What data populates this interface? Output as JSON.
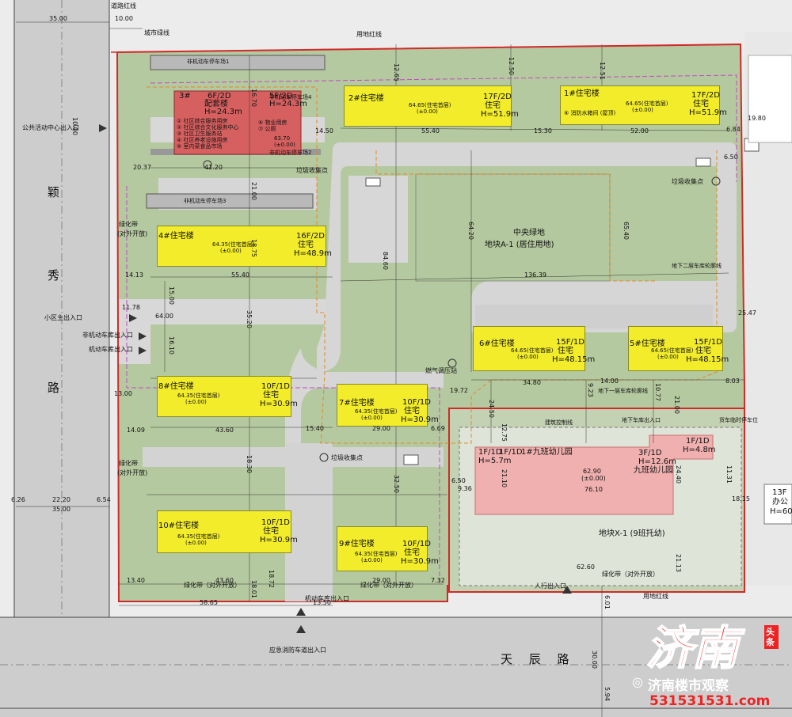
{
  "roads": {
    "west_road": [
      "颖",
      "秀",
      "路"
    ],
    "south_road": "天 辰 路"
  },
  "labels": {
    "daolu_hongxian": "道路红线",
    "chengshi_lvxian": "城市绿线",
    "yongdi_hongxian_top": "用地红线",
    "yongdi_hongxian_bottom": "用地红线",
    "public_center_entry": "公共活动中心出入口",
    "main_entry": "小区主出入口",
    "nonmotor_entry": "非机动车库出入口",
    "motor_entry_west": "机动车库出入口",
    "motor_entry_south": "机动车库出入口",
    "fire_entry": "应急消防车道出入口",
    "green_belt_w1": [
      "绿化带",
      "(对外开放)"
    ],
    "green_belt_w2": [
      "绿化带",
      "(对外开放)"
    ],
    "green_belt_s1": "绿化带（对外开放）",
    "green_belt_s2": "绿化带（对外开放）",
    "green_belt_s3": "绿化带（对外开放）",
    "central_green": "中央绿地",
    "plot_a": "地块A-1 (居住用地)",
    "plot_x": "地块X-1 (9班托幼)",
    "garbage_1": "垃圾收集点",
    "garbage_2": "垃圾收集点",
    "garbage_3": "垃圾收集点",
    "gas_station": "燃气调压站",
    "pedestrian_entry": "人行出入口",
    "basement_outline": "地下二层车库轮廓线",
    "basement_outline_1": "地下一层车库轮廓线",
    "basement_entry": "地下车库出入口",
    "non_motor_parking_1": "非机动车停车场1",
    "non_motor_parking_2": "非机动车停车场2",
    "non_motor_parking_3": "非机动车停车场3",
    "non_motor_parking_4": "非机动车停车场4",
    "parking_note": "货车临时停车位",
    "building_control": "建筑控制线",
    "office": [
      "13F",
      "办公",
      "H=60."
    ]
  },
  "buildings": {
    "b3": {
      "no": "3#",
      "floors": "6F/2D",
      "name": "配套楼",
      "h": "H=24.3m",
      "floors2": "5F/2D",
      "h2": "H=24.3m",
      "items": [
        "① 社区综合服务用房",
        "② 社区综合文化服务中心",
        "③ 社区卫生服务站",
        "④ 社区养老设施用房",
        "⑤ 室内菜食品市场"
      ],
      "items2": [
        "⑥ 物业用房",
        "⑦ 公厕"
      ],
      "elev": "63.70",
      "elev2": "(±0.00)"
    },
    "b2": {
      "no": "2#住宅楼",
      "floors": "17F/2D",
      "type": "住宅",
      "h": "H=51.9m",
      "elev": "64.65(住宅首层)",
      "z": "(±0.00)"
    },
    "b1": {
      "no": "1#住宅楼",
      "floors": "17F/2D",
      "type": "住宅",
      "h": "H=51.9m",
      "elev": "64.65(住宅首层)",
      "z": "(±0.00)",
      "note": "⑧ 消防水箱间 (屋顶)"
    },
    "b4": {
      "no": "4#住宅楼",
      "floors": "16F/2D",
      "type": "住宅",
      "h": "H=48.9m",
      "elev": "64.35(住宅首层)",
      "z": "(±0.00)"
    },
    "b6": {
      "no": "6#住宅楼",
      "floors": "15F/1D",
      "type": "住宅",
      "h": "H=48.15m",
      "elev": "64.65(住宅首层)",
      "z": "(±0.00)"
    },
    "b5": {
      "no": "5#住宅楼",
      "floors": "15F/1D",
      "type": "住宅",
      "h": "H=48.15m",
      "elev": "64.65(住宅首层)",
      "z": "(±0.00)"
    },
    "b8": {
      "no": "8#住宅楼",
      "floors": "10F/1D",
      "type": "住宅",
      "h": "H=30.9m",
      "elev": "64.35(住宅首层)",
      "z": "(±0.00)"
    },
    "b7": {
      "no": "7#住宅楼",
      "floors": "10F/1D",
      "type": "住宅",
      "h": "H=30.9m",
      "elev": "64.35(住宅首层)",
      "z": "(±0.00)"
    },
    "b10": {
      "no": "10#住宅楼",
      "floors": "10F/1D",
      "type": "住宅",
      "h": "H=30.9m",
      "elev": "64.35(住宅首层)",
      "z": "(±0.00)"
    },
    "b9": {
      "no": "9#住宅楼",
      "floors": "10F/1D",
      "type": "住宅",
      "h": "H=30.9m",
      "elev": "64.35(住宅首层)",
      "z": "(±0.00)"
    },
    "kg": {
      "title1": "1F/1D",
      "title2": "1#九班幼儿园",
      "left1": "1F/1D",
      "left2": "H=5.7m",
      "mid1": "3F/1D",
      "mid2": "H=12.6m",
      "mid3": "九班幼儿园",
      "right1": "1F/1D",
      "right2": "H=4.8m",
      "elev": "62.90",
      "elev2": "(±0.00)",
      "len": "76.10"
    }
  },
  "dims": {
    "d3500a": "35.00",
    "d1000": "10.00",
    "d1000b": "10.00",
    "d2037": "20.37",
    "d1413": "14.13",
    "d1178": "11.78",
    "d1300": "13.00",
    "d1409": "14.09",
    "d626": "6.26",
    "d2220": "22.20",
    "d654": "6.54",
    "d3500b": "35.00",
    "d1340": "13.40",
    "d5865": "58.65",
    "d1350": "13.50",
    "d1265": "12.65",
    "d1250": "12.50",
    "d1251": "12.51",
    "d1980": "19.80",
    "d684": "6.84",
    "d650": "6.50",
    "d1450": "14.50",
    "d4120": "41.20",
    "d5540": "55.40",
    "d1530": "15.30",
    "d5200": "52.00",
    "d6420": "64.20",
    "d8460": "84.60",
    "d6540": "65.40",
    "d13639": "136.39",
    "d2547": "25.47",
    "d3480": "34.80",
    "d1400": "14.00",
    "d803": "8.03",
    "d1972": "19.72",
    "d4360a": "43.60",
    "d2900a": "29.00",
    "d1540": "15.40",
    "d669": "6.69",
    "d3250": "32.50",
    "d4360b": "43.60",
    "d2900b": "29.00",
    "d732": "7.32",
    "d3000": "30.00",
    "d594": "5.94",
    "d601": "6.01",
    "d1815": "18.15",
    "d1131": "11.31",
    "d2113": "21.13",
    "d6260": "62.60",
    "d2110": "21.10",
    "d5540b": "55.40",
    "d1875": "18.75",
    "d1670": "16.70",
    "d2440": "24.40",
    "d936": "9.36",
    "d650b": "6.50",
    "d1500": "15.00",
    "d3520": "35.20",
    "d2100": "21.00",
    "d6400": "64.00",
    "d1610": "16.10",
    "d2450": "24.50",
    "d923": "9.23",
    "d1077": "10.77",
    "d2100b": "21.00",
    "d1275": "12.75",
    "d1872": "18.72",
    "d1830": "18.30",
    "d1801": "18.01"
  },
  "watermark": {
    "big": "济南",
    "tag": "头条",
    "sub": "济南楼市观察",
    "phone": "531531531.com"
  },
  "colors": {
    "site_green": "#b5c9a0",
    "road_gray": "#cfcfcf",
    "residential": "#f2ec2a",
    "facility_red": "#d66060",
    "kindergarten": "#f0b0b0",
    "boundary_red": "#d12a2a"
  }
}
